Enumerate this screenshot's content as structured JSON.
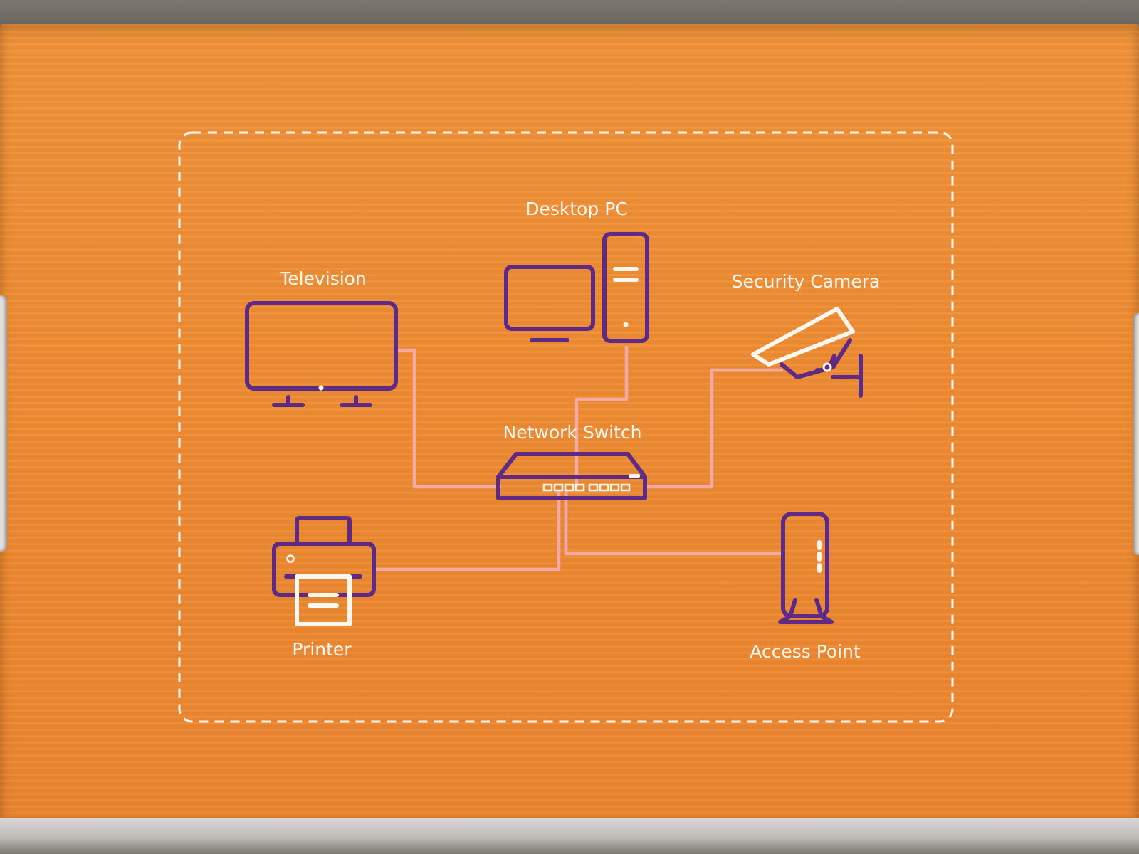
{
  "diagram": {
    "labels": {
      "desktop_pc": "Desktop PC",
      "television": "Television",
      "security_camera": "Security Camera",
      "network_switch": "Network Switch",
      "printer": "Printer",
      "access_point": "Access Point"
    },
    "colors": {
      "background": "#ef8c33",
      "icon": "#5e2a86",
      "cable": "#f4a9a6",
      "text": "#fdf7ef"
    },
    "icons": {
      "television": "television-icon",
      "desktop_pc": "desktop-pc-icon",
      "security_camera": "security-camera-icon",
      "network_switch": "network-switch-icon",
      "printer": "printer-icon",
      "access_point": "access-point-icon"
    }
  }
}
